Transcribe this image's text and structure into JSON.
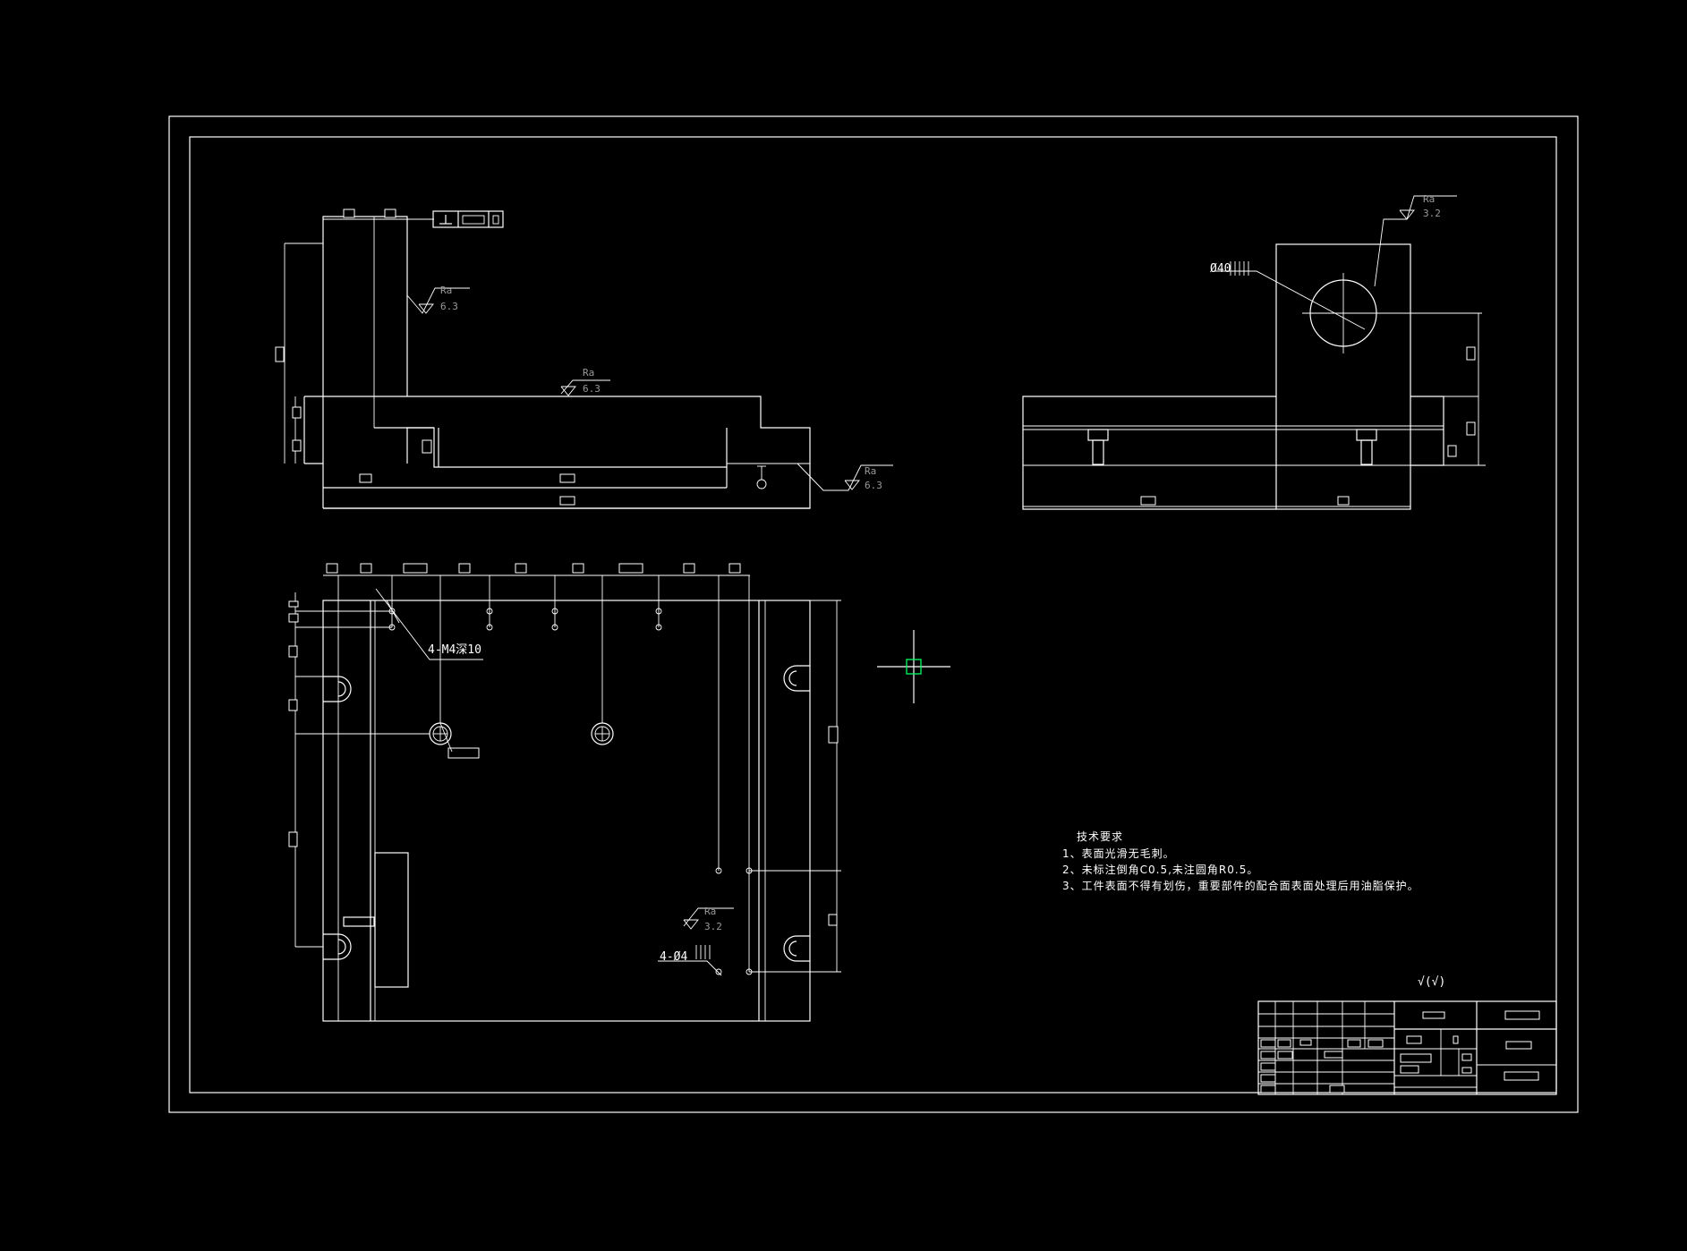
{
  "colors": {
    "background": "#000000",
    "lines": "#ffffff",
    "cursor": "#00ff66",
    "roughness_text": "#9a9a9a"
  },
  "roughness": {
    "ra_label": "Ra",
    "value_6_3": "6.3",
    "value_3_2": "3.2"
  },
  "dimensions": {
    "diameter_40": "Ø40",
    "tapped_holes": "4-M4深10",
    "drill_holes": "4-Ø4"
  },
  "technical_requirements": {
    "title": "技术要求",
    "items": [
      "1、表面光滑无毛刺。",
      "2、未标注倒角C0.5,未注圆角R0.5。",
      "3、工件表面不得有划伤，重要部件的配合面表面处理后用油脂保护。"
    ]
  },
  "other_roughness_symbol": "√(√)",
  "icons": {
    "crosshair": "crosshair-cursor-icon"
  }
}
